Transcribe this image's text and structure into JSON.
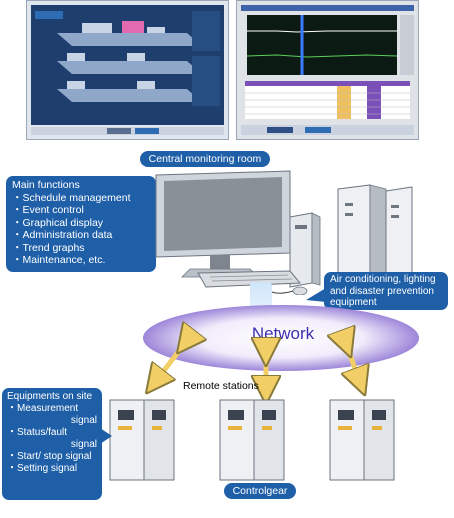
{
  "central_room_label": "Central monitoring room",
  "main_functions": {
    "title": "Main functions",
    "items": [
      "・Schedule management",
      "・Event control",
      "・Graphical display",
      "・Administration data",
      "・Trend graphs",
      "・Maintenance, etc."
    ]
  },
  "facilities_label": "Air conditioning, lighting and disaster prevention equipment",
  "network_label": "Network",
  "remote_stations_label": "Remote stations",
  "equipments": {
    "title": "Equipments on site",
    "items": [
      "・Measurement",
      "   signal",
      "・Status/fault",
      "   signal",
      "・Start/ stop signal",
      "・Setting signal"
    ]
  },
  "controlgear_label": "Controlgear",
  "colors": {
    "callout_blue": "#1f5fa8",
    "network_purple": "#7b5cc9",
    "arrow_yellow": "#f2cf66"
  }
}
